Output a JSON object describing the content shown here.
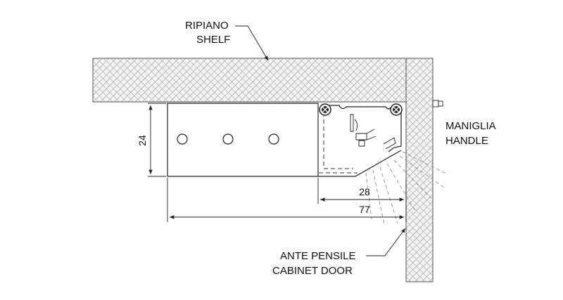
{
  "labels": {
    "shelf_it": "RIPIANO",
    "shelf_en": "SHELF",
    "handle_it": "MANIGLIA",
    "handle_en": "HANDLE",
    "door_it": "ANTE PENSILE",
    "door_en": "CABINET DOOR"
  },
  "dimensions": {
    "height": "24",
    "profile_depth": "28",
    "overall_depth": "77"
  }
}
